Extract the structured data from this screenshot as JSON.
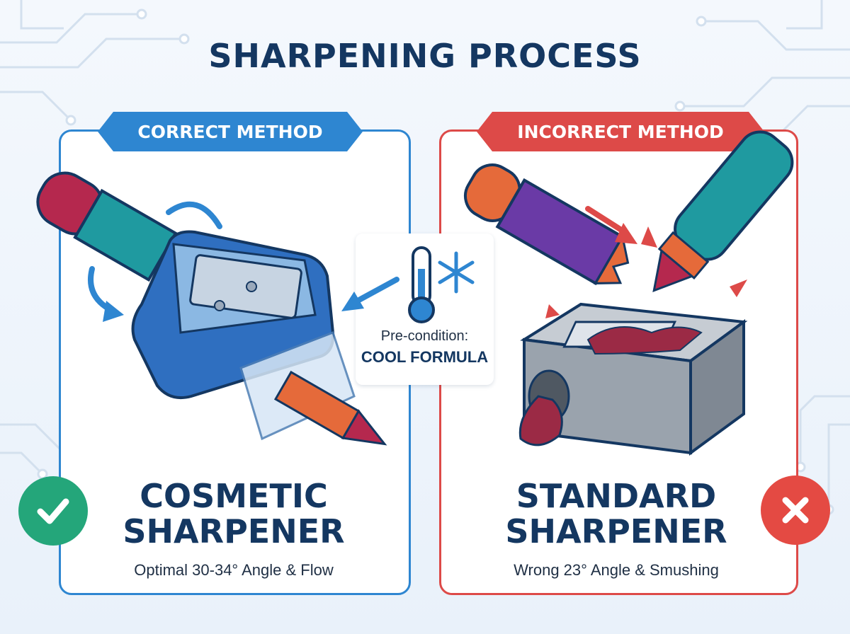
{
  "title": "SHARPENING PROCESS",
  "colors": {
    "navy": "#143761",
    "correct_blue": "#2e86d1",
    "incorrect_red": "#dd4a48",
    "check_green": "#24a67a",
    "cross_red": "#e44a43"
  },
  "left_panel": {
    "banner": "CORRECT METHOD",
    "heading_line1": "COSMETIC",
    "heading_line2": "SHARPENER",
    "subtitle": "Optimal 30-34° Angle & Flow",
    "status_icon": "checkmark-icon"
  },
  "right_panel": {
    "banner": "INCORRECT METHOD",
    "heading_line1": "STANDARD",
    "heading_line2": "SHARPENER",
    "subtitle": "Wrong 23° Angle & Smushing",
    "status_icon": "cross-icon"
  },
  "precondition": {
    "label": "Pre-condition:",
    "value": "COOL FORMULA",
    "icons": [
      "thermometer-icon",
      "snowflake-icon"
    ]
  }
}
